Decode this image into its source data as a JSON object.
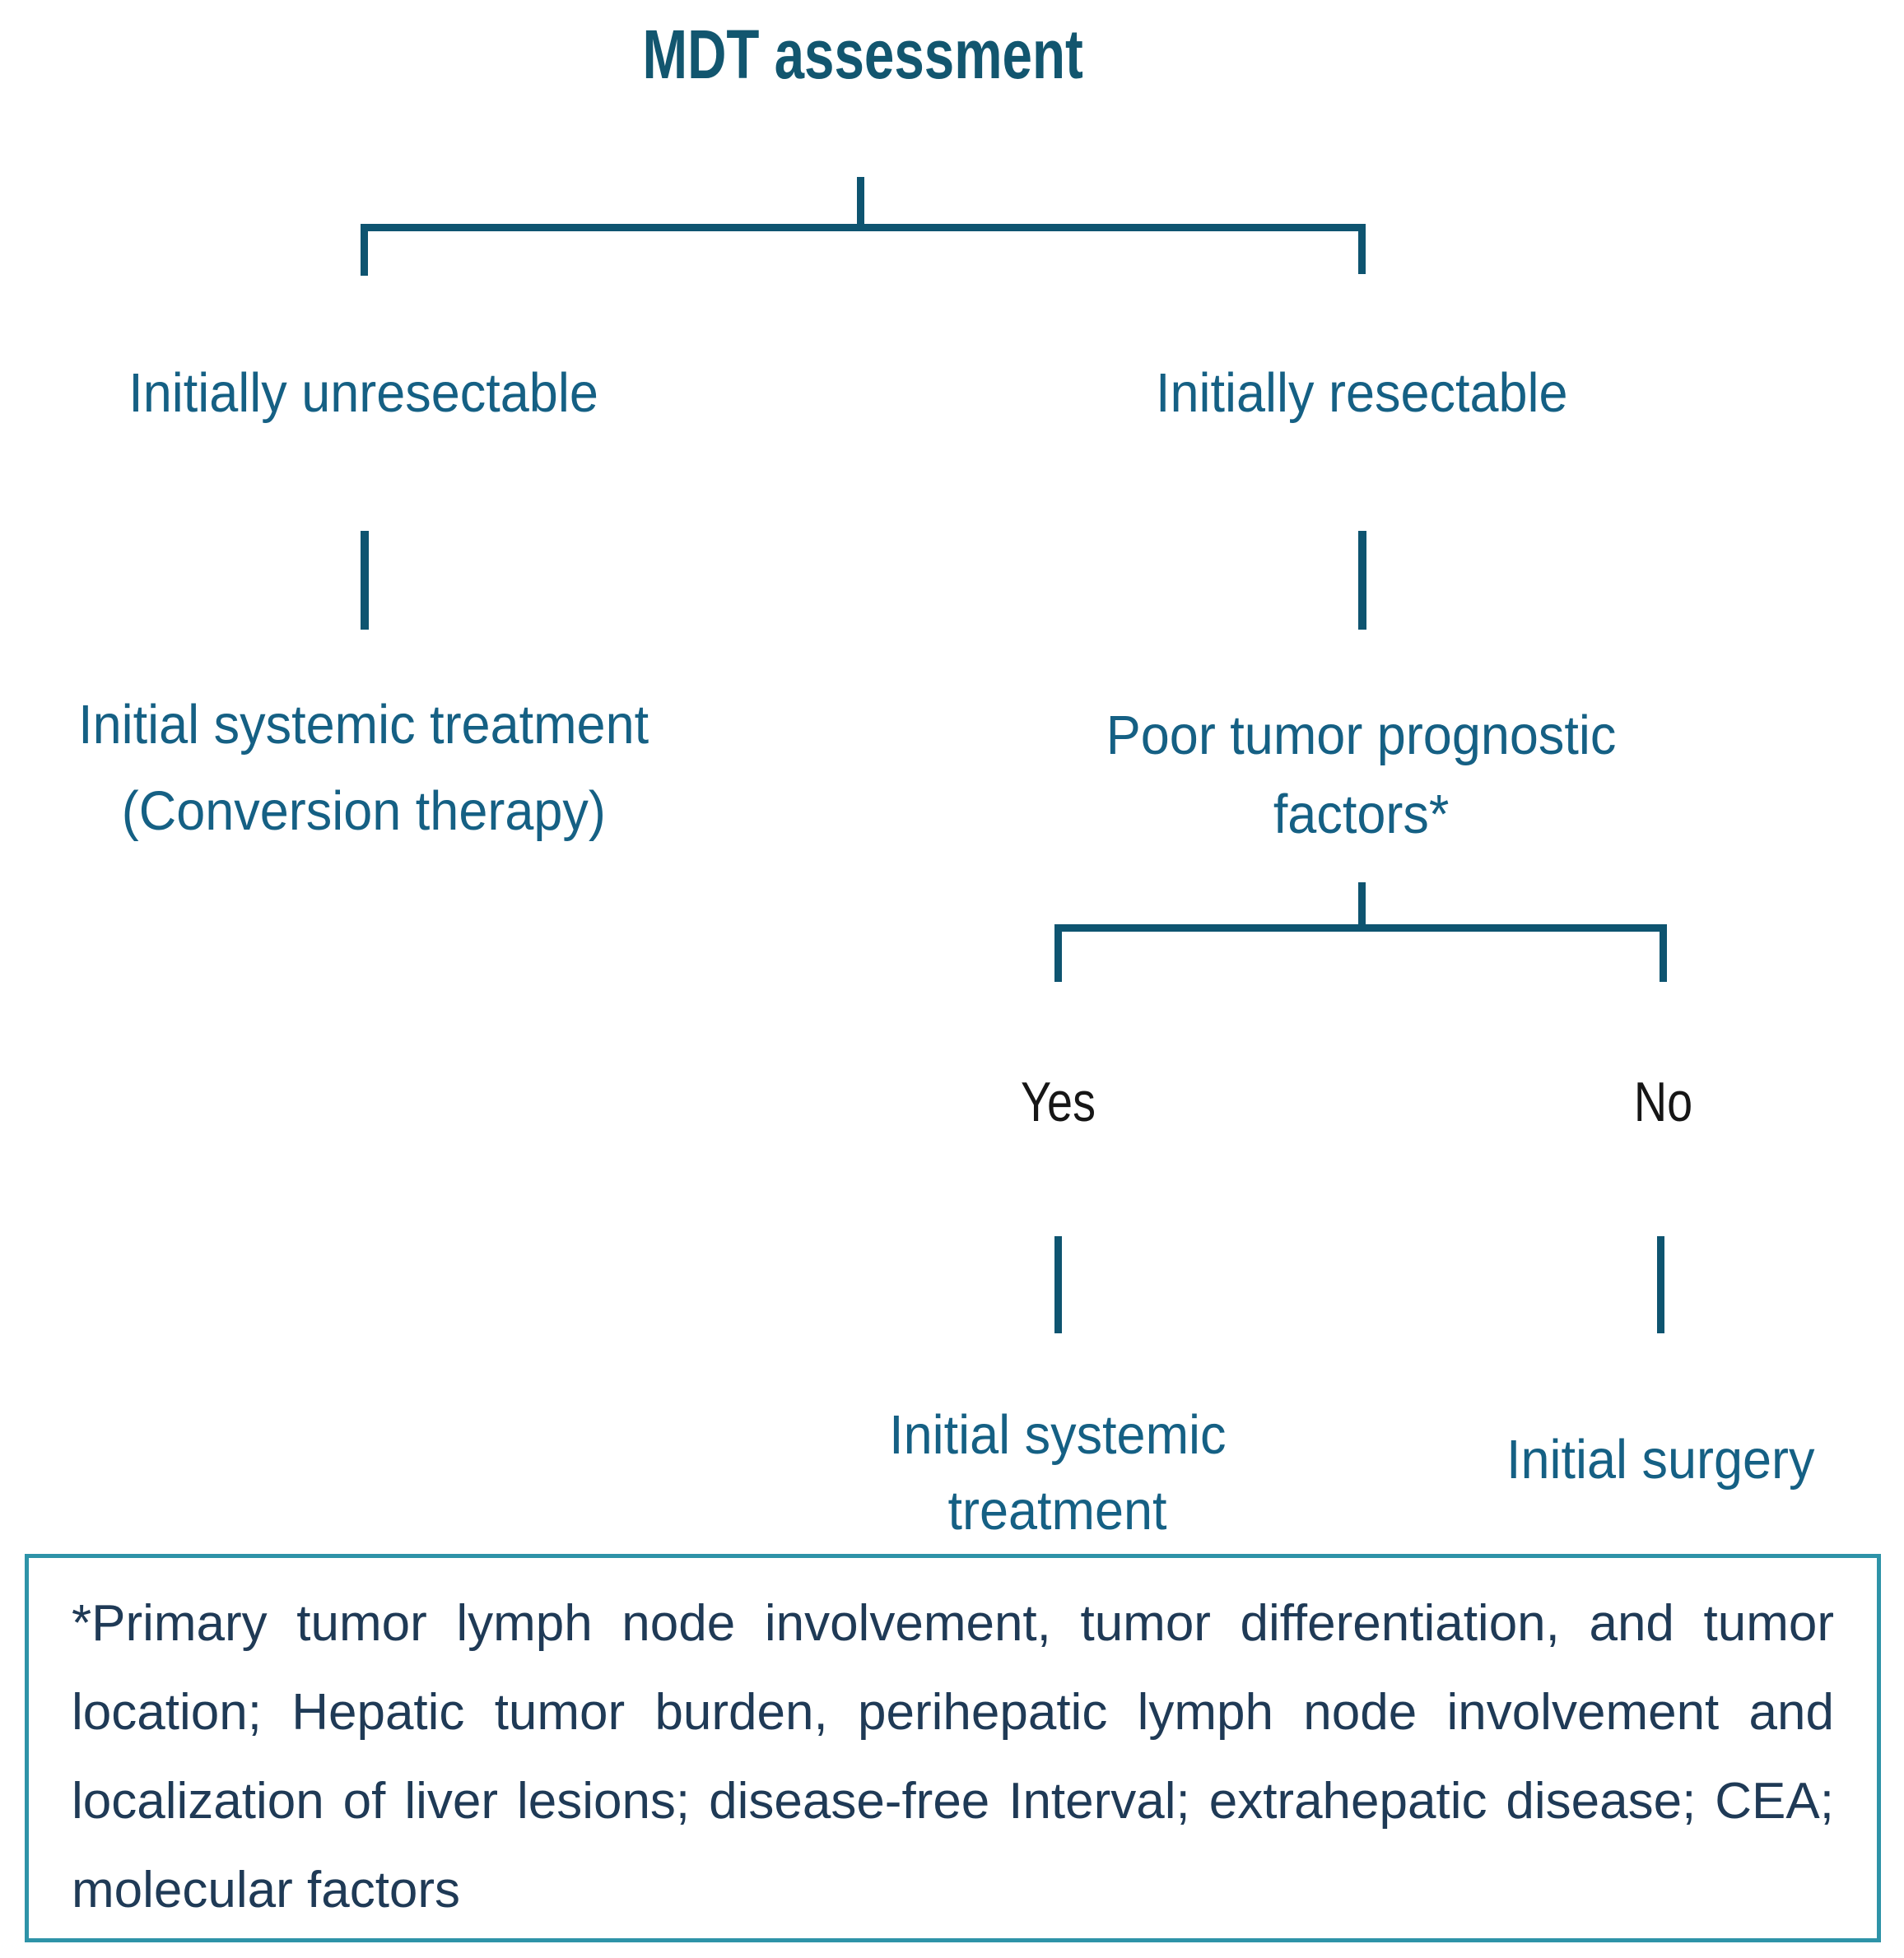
{
  "colors": {
    "line": "#0e5470",
    "label": "#156084",
    "title": "#12566f",
    "yesno": "#161616",
    "notetext": "#1f3a56",
    "noteborder": "#2e93a8",
    "background": "#ffffff"
  },
  "tree": {
    "title": "MDT assessment",
    "level1": {
      "left": {
        "label": "Initially unresectable",
        "outcome": [
          "Initial systemic treatment",
          "(Conversion therapy)"
        ]
      },
      "right": {
        "label": "Initially resectable",
        "decision": [
          "Poor tumor prognostic",
          "factors*"
        ],
        "yes": {
          "label": "Yes",
          "outcome": [
            "Initial systemic",
            "treatment"
          ]
        },
        "no": {
          "label": "No",
          "outcome": [
            "Initial surgery"
          ]
        }
      }
    }
  },
  "footnote": {
    "lines": [
      "*Primary tumor lymph node involvement, tumor differentiation, and tumor",
      "location; Hepatic tumor burden, perihepatic lymph node involvement and",
      "localization of liver lesions; disease-free Interval; extrahepatic disease; CEA;",
      "molecular factors"
    ],
    "full_text": "*Primary tumor lymph node involvement, tumor differentiation, and tumor location; Hepatic tumor burden, perihepatic lymph node involvement and localization of liver lesions; disease-free Interval; extrahepatic disease; CEA; molecular factors"
  }
}
